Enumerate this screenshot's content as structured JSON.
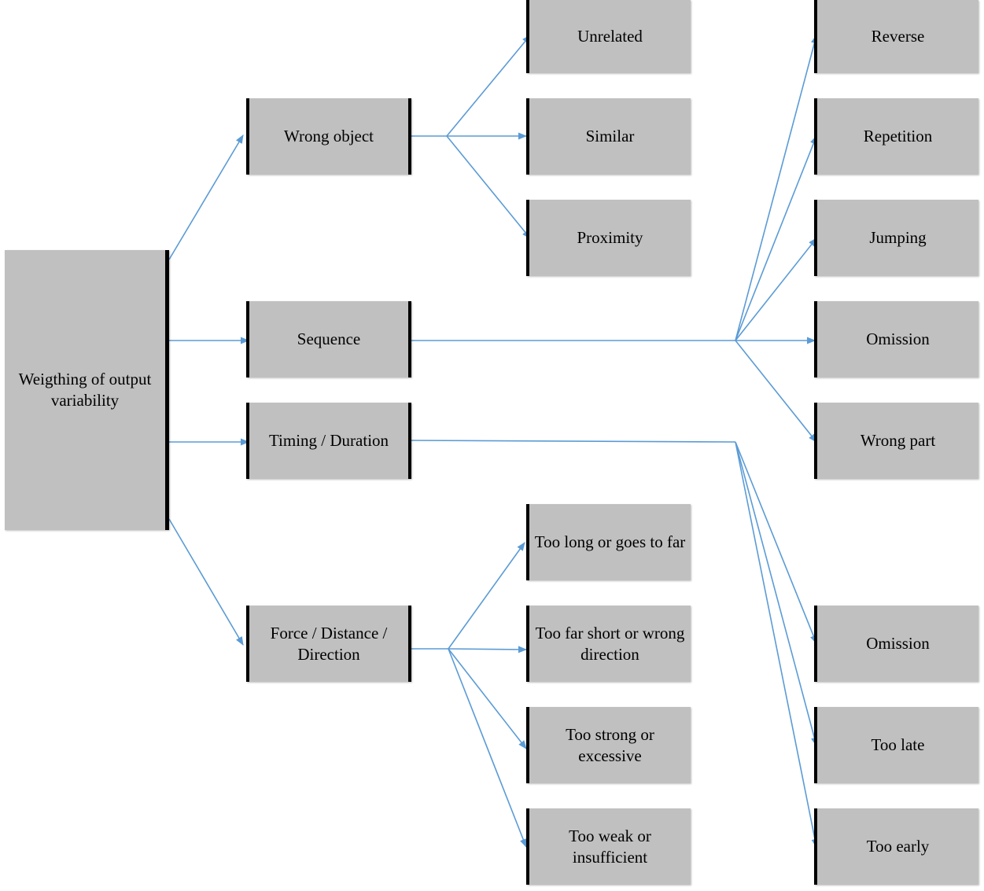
{
  "diagram": {
    "root": "Weigthing of output variability",
    "categories": {
      "wrong_object": "Wrong object",
      "sequence": "Sequence",
      "timing": "Timing / Duration",
      "force": "Force / Distance / Direction"
    },
    "wrong_object_items": [
      "Unrelated",
      "Similar",
      "Proximity"
    ],
    "sequence_items": [
      "Reverse",
      "Repetition",
      "Jumping",
      "Omission",
      "Wrong part"
    ],
    "timing_items": [
      "Omission",
      "Too late",
      "Too early"
    ],
    "force_items": [
      "Too long or goes to far",
      "Too far short or wrong direction",
      "Too strong or excessive",
      "Too weak or insufficient"
    ],
    "edge_color": "#5b9bd5",
    "node_color": "#c0c0c0"
  }
}
